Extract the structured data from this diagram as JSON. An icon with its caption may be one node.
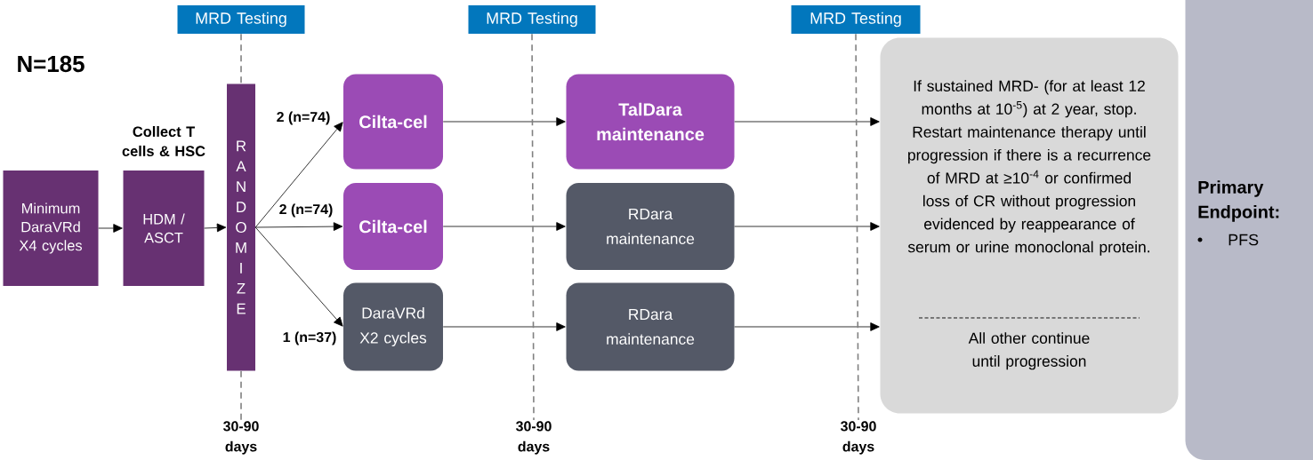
{
  "diagram": {
    "nodes": [
      {
        "text": [
          "MRD Testing"
        ]
      },
      {
        "text": [
          "MRD Testing"
        ]
      },
      {
        "text": [
          "MRD Testing"
        ]
      },
      {
        "text": [
          "Minimum DaraVRd X4 cycles"
        ]
      },
      {
        "text": [
          "Collect T cells & HSC",
          "HDM / ASCT"
        ]
      },
      {
        "text": [
          "RANDOMIZE"
        ]
      },
      {
        "text": [
          "Cilta-cel"
        ]
      },
      {
        "text": [
          "Cilta-cel"
        ]
      },
      {
        "text": [
          "DaraVRd X2 cycles"
        ]
      },
      {
        "text": [
          "TalDara maintenance"
        ]
      },
      {
        "text": [
          "RDara maintenance"
        ]
      },
      {
        "text": [
          "RDara maintenance"
        ]
      },
      {
        "text": [
          "If sustained MRD- (for at least 12 months at 10$^{-5}$) at 2 year, stop. Restart maintenance therapy until progression if there is a recurrence of MRD at ≥10$^{-4}$ or confirmed loss of CR without progression evidenced by reappearance of serum or urine monoclonal protein.",
          "All other continue until progression"
        ]
      },
      {
        "text": [
          "Primary Endpoint:",
          "PFS"
        ]
      },
      {
        "text": [
          "30-90 days"
        ]
      },
      {
        "text": [
          "30-90 days"
        ]
      },
      {
        "text": [
          "30-90 days"
        ]
      }
    ],
    "edges": [
      {
        "from": 3,
        "to": 4,
        "arrow": "to"
      },
      {
        "from": 4,
        "to": 5,
        "arrow": "to"
      },
      {
        "from": 5,
        "to": 6,
        "arrow": "to",
        "label": "2 (n=74)"
      },
      {
        "from": 5,
        "to": 7,
        "arrow": "to",
        "label": "2 (n=74)"
      },
      {
        "from": 5,
        "to": 8,
        "arrow": "to",
        "label": "1 (n=37)"
      },
      {
        "from": 6,
        "to": 9,
        "arrow": "to"
      },
      {
        "from": 7,
        "to": 10,
        "arrow": "to"
      },
      {
        "from": 8,
        "to": 11,
        "arrow": "to"
      },
      {
        "from": 9,
        "to": 12,
        "arrow": "to"
      },
      {
        "from": 10,
        "to": 12,
        "arrow": "to"
      },
      {
        "from": 11,
        "to": 12,
        "arrow": "to"
      },
      {
        "from": 0,
        "to": 5,
        "arrow": "none",
        "style": "dashed",
        "color": "#808080"
      },
      {
        "from": 5,
        "to": 14,
        "arrow": "none",
        "style": "dashed",
        "color": "#808080"
      },
      {
        "from": 1,
        "to": 15,
        "arrow": "none",
        "style": "dashed",
        "color": "#808080"
      },
      {
        "from": 2,
        "to": 16,
        "arrow": "none",
        "style": "dashed",
        "color": "#808080"
      }
    ],
    "labels": [
      "N=185"
    ]
  }
}
